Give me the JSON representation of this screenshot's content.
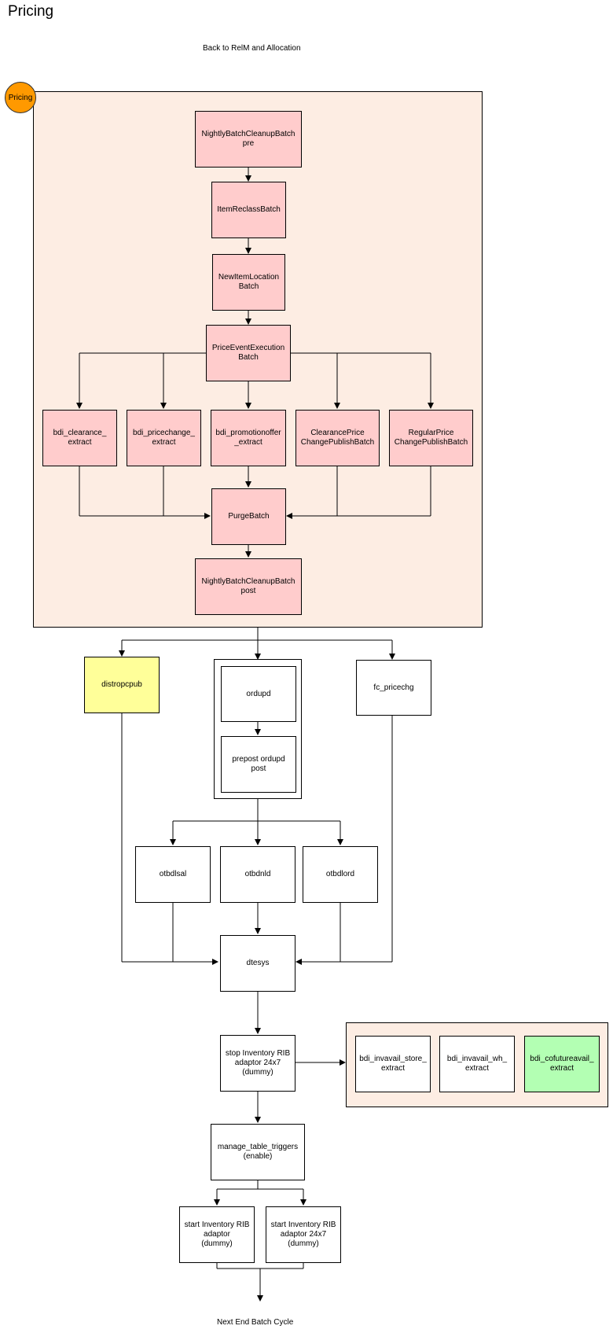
{
  "page": {
    "title": "Pricing",
    "back_link": "Back to RelM and Allocation",
    "footer": "Next End Batch Cycle"
  },
  "colors": {
    "pricing_badge": "#ff9900",
    "batch_box": "#ffcccc",
    "container": "#fdede3",
    "highlight_yellow": "#ffff99",
    "highlight_green": "#b3ffb3"
  },
  "pricing_group": {
    "badge": "Pricing",
    "nodes": {
      "cleanup_pre": "NightlyBatchCleanupBatch\npre",
      "item_reclass": "ItemReclassBatch",
      "new_item_location": "NewItemLocation\nBatch",
      "price_event_execution": "PriceEventExecution\nBatch",
      "bdi_clearance": "bdi_clearance_\nextract",
      "bdi_pricechange": "bdi_pricechange_\nextract",
      "bdi_promotionoffer": "bdi_promotionoffer\n_extract",
      "clearance_price_publish": "ClearancePrice\nChangePublishBatch",
      "regular_price_publish": "RegularPrice\nChangePublishBatch",
      "purge": "PurgeBatch",
      "cleanup_post": "NightlyBatchCleanupBatch\npost"
    }
  },
  "nodes": {
    "distropcpub": "distropcpub",
    "ordupd": "ordupd",
    "prepost_ordupd_post": "prepost ordupd\npost",
    "fc_pricechg": "fc_pricechg",
    "otbdlsal": "otbdlsal",
    "otbdnld": "otbdnld",
    "otbdlord": "otbdlord",
    "dtesys": "dtesys",
    "stop_inventory_rib": "stop Inventory RIB\nadaptor 24x7\n(dummy)",
    "manage_table_triggers": "manage_table_triggers\n(enable)",
    "start_inventory_rib": "start Inventory RIB\nadaptor\n(dummy)",
    "start_inventory_rib_24x7": "start Inventory RIB\nadaptor 24x7\n(dummy)"
  },
  "inventory_group": {
    "bdi_invavail_store": "bdi_invavail_store_\nextract",
    "bdi_invavail_wh": "bdi_invavail_wh_\nextract",
    "bdi_cofutureavail": "bdi_cofutureavail_\nextract"
  }
}
